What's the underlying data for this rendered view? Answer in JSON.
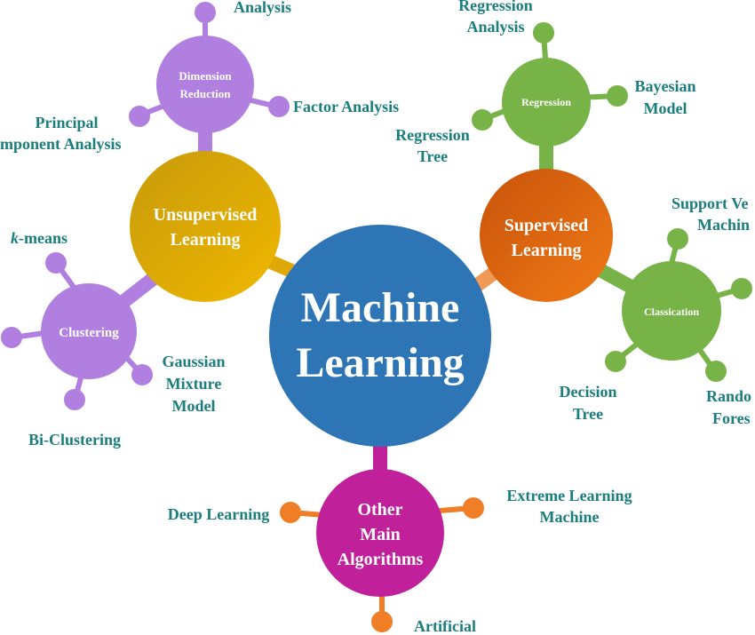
{
  "center": {
    "line1": "Machine",
    "line2": "Learning",
    "color": "#2e75b6"
  },
  "unsupervised": {
    "line1": "Unsupervised",
    "line2": "Learning",
    "color": "#e0a806"
  },
  "supervised": {
    "line1": "Supervised",
    "line2": "Learning",
    "color": "#e26b0a"
  },
  "other": {
    "line1": "Other",
    "line2": "Main",
    "line3": "Algorithms",
    "color": "#c0219a"
  },
  "dimension": {
    "line1": "Dimension",
    "line2": "Reduction",
    "color": "#b07fe0"
  },
  "clustering": {
    "label": "Clustering",
    "color": "#b07fe0"
  },
  "regression": {
    "label": "Regression",
    "color": "#77b347"
  },
  "classification": {
    "label": "Classication",
    "color": "#77b347"
  },
  "leaves": {
    "analysis_top": "Analysis",
    "factor_analysis": "Factor Analysis",
    "pca_1": "Principal",
    "pca_2": "mponent Analysis",
    "kmeans_k": "k",
    "kmeans_rest": "-means",
    "gaussian_1": "Gaussian",
    "gaussian_2": "Mixture",
    "gaussian_3": "Model",
    "biclustering": "Bi-Clustering",
    "regression_analysis_1": "Regression",
    "regression_analysis_2": "Analysis",
    "bayesian_1": "Bayesian",
    "bayesian_2": "Model",
    "regression_tree_1": "Regression",
    "regression_tree_2": "Tree",
    "svm_1": "Support Ve",
    "svm_2": "Machin",
    "decision_tree_1": "Decision",
    "decision_tree_2": "Tree",
    "random_forest_1": "Rando",
    "random_forest_2": "Fores",
    "deep_learning": "Deep Learning",
    "elm_1": "Extreme Learning",
    "elm_2": "Machine",
    "artificial": "Artificial"
  },
  "colors": {
    "label_text": "#1b7d7d",
    "purple": "#b07fe0",
    "green": "#77b347",
    "orange_leaf": "#f07e26",
    "magenta_stem": "#c0219a"
  }
}
